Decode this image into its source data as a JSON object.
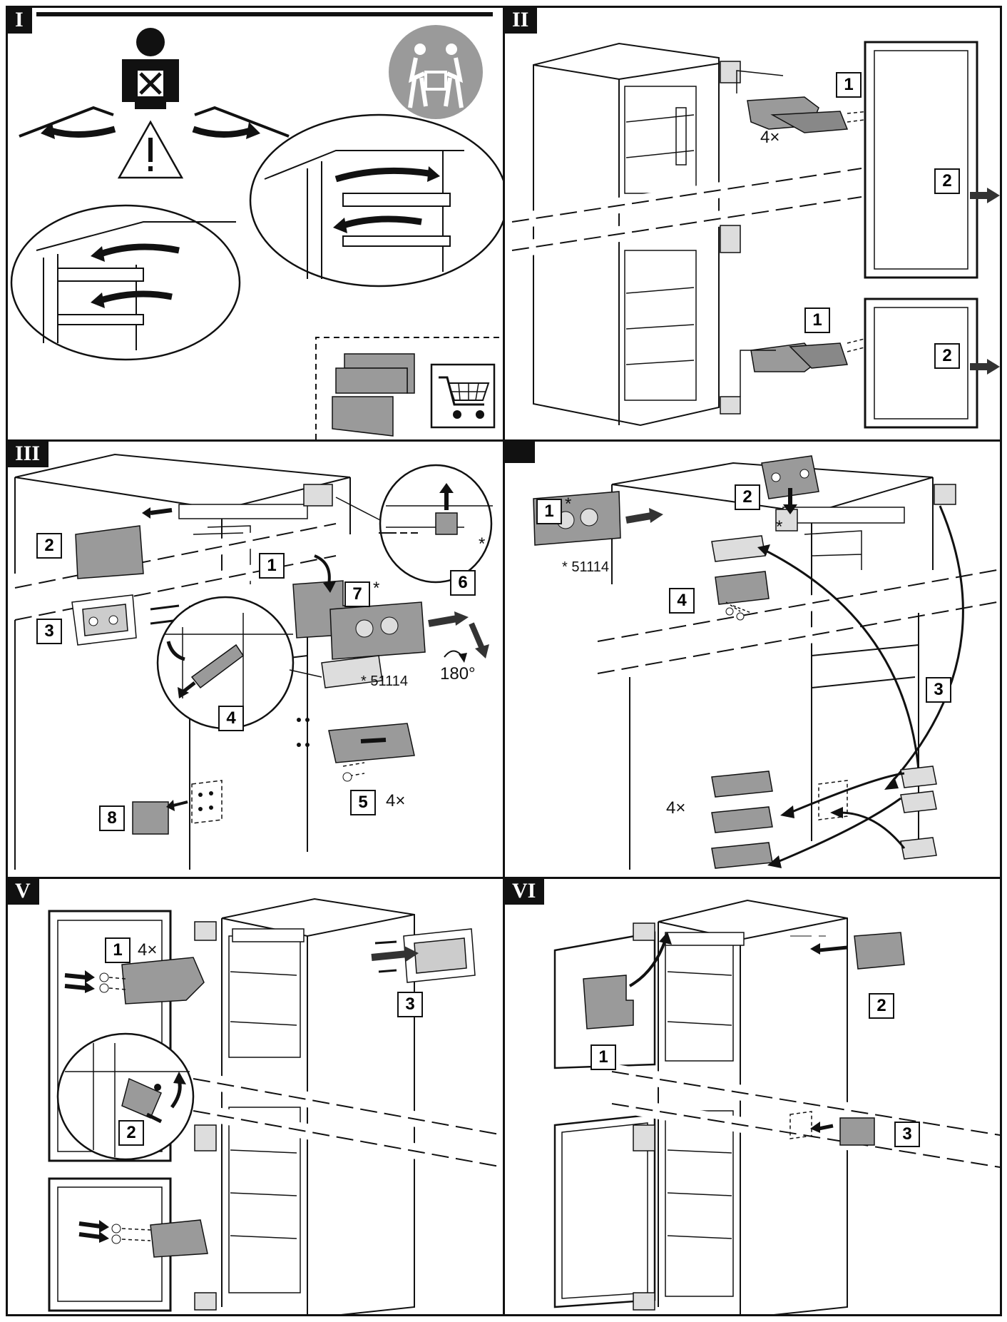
{
  "colors": {
    "line": "#111111",
    "fill": "#9a9a9a",
    "dark": "#6e6e6e",
    "bg": "#ffffff"
  },
  "panels": [
    {
      "id": "I",
      "label": "I"
    },
    {
      "id": "II",
      "label": "II"
    },
    {
      "id": "III",
      "label": "III"
    },
    {
      "id": "IV",
      "label": ""
    },
    {
      "id": "V",
      "label": "V"
    },
    {
      "id": "VI",
      "label": "VI"
    }
  ],
  "panel1": {
    "icons": [
      "technician-icon",
      "warning-icon",
      "two-person-lift-icon",
      "shopping-cart-icon"
    ]
  },
  "panel2": {
    "step1": "1",
    "step2": "2",
    "qty": "4×"
  },
  "panel3": {
    "steps": [
      "1",
      "2",
      "3",
      "4",
      "5",
      "6",
      "7",
      "8"
    ],
    "star": "*",
    "qty": "4×",
    "rotation": "180°",
    "part_number": "* 51114"
  },
  "panel4": {
    "steps": [
      "1",
      "2",
      "3",
      "4"
    ],
    "star": "*",
    "qty": "4×",
    "part_number": "* 51114"
  },
  "panel5": {
    "steps": [
      "1",
      "2",
      "3"
    ],
    "qty": "4×"
  },
  "panel6": {
    "steps": [
      "1",
      "2",
      "3"
    ]
  }
}
